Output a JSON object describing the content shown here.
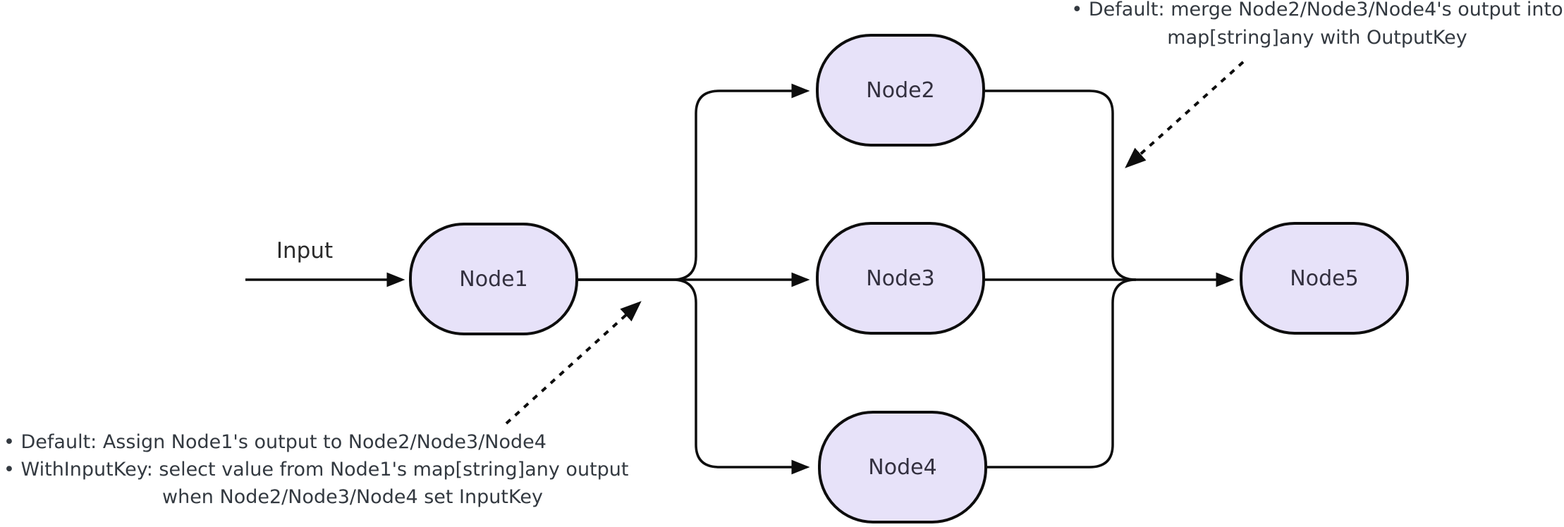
{
  "diagram": {
    "input_label": "Input",
    "nodes": [
      {
        "id": "node1",
        "label": "Node1"
      },
      {
        "id": "node2",
        "label": "Node2"
      },
      {
        "id": "node3",
        "label": "Node3"
      },
      {
        "id": "node4",
        "label": "Node4"
      },
      {
        "id": "node5",
        "label": "Node5"
      }
    ],
    "annotations": {
      "top": {
        "line1": "• Default: merge Node2/Node3/Node4's output into",
        "line2": "map[string]any with OutputKey"
      },
      "bottom": {
        "line1": "• Default: Assign Node1's output to Node2/Node3/Node4",
        "line2": "• WithInputKey: select value from Node1's map[string]any output",
        "line3": "when Node2/Node3/Node4 set InputKey"
      }
    },
    "colors": {
      "background": "#ffffff",
      "node_fill": "#E7E2F9",
      "node_border": "#0d0d0d",
      "node_label": "#33303F",
      "edge": "#0d0d0d",
      "annotation_text": "#333940",
      "input_label_text": "#2b2b2b"
    }
  }
}
